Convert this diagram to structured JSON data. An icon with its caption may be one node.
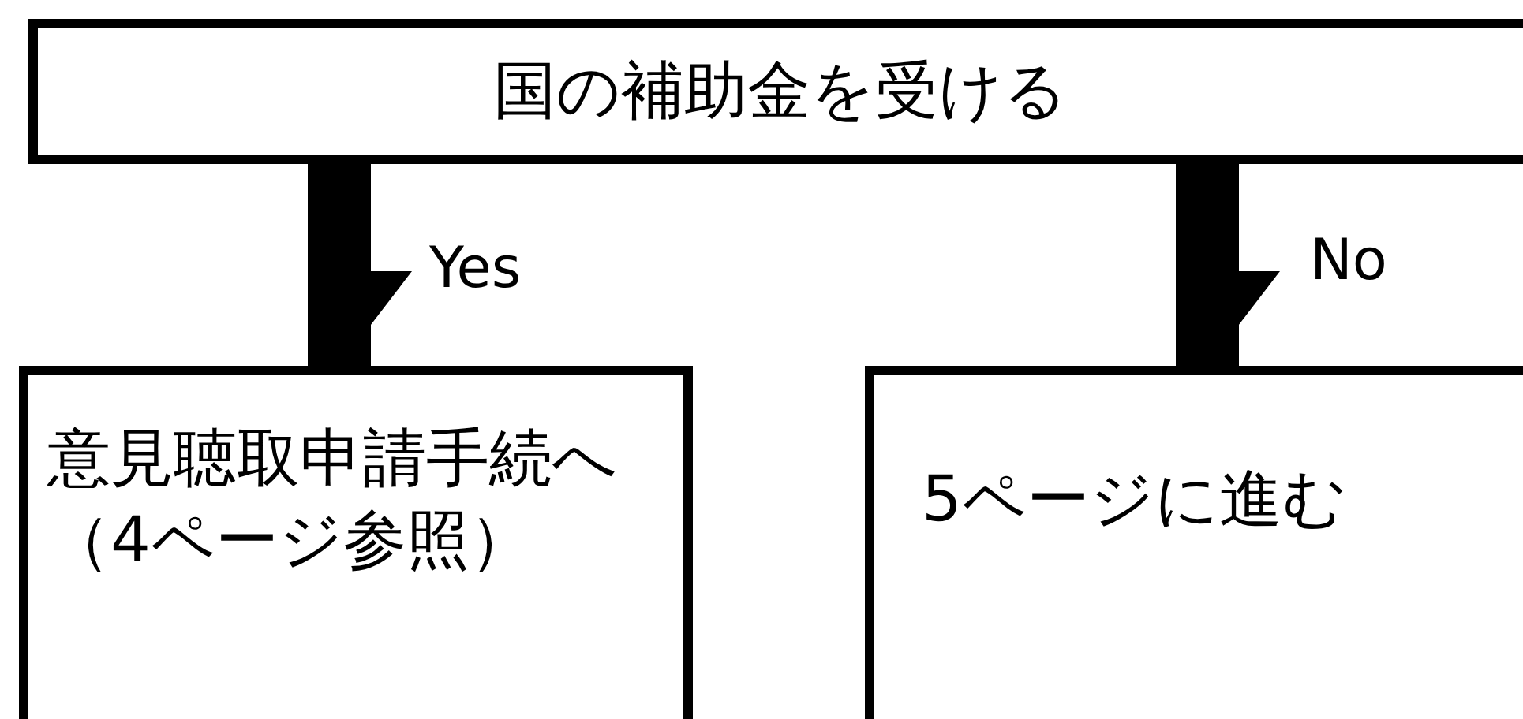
{
  "diagram": {
    "nodes": [
      {
        "text": [
          "国の補助金を受ける"
        ]
      },
      {
        "text": [
          "意見聴取申請手続へ（4ページ参照）"
        ]
      },
      {
        "text": [
          "5ページに進む"
        ]
      }
    ],
    "edges": [
      {
        "from": 0,
        "to": 1,
        "arrow": "to",
        "label": "Yes"
      },
      {
        "from": 0,
        "to": 2,
        "arrow": "to",
        "label": "No"
      }
    ]
  }
}
